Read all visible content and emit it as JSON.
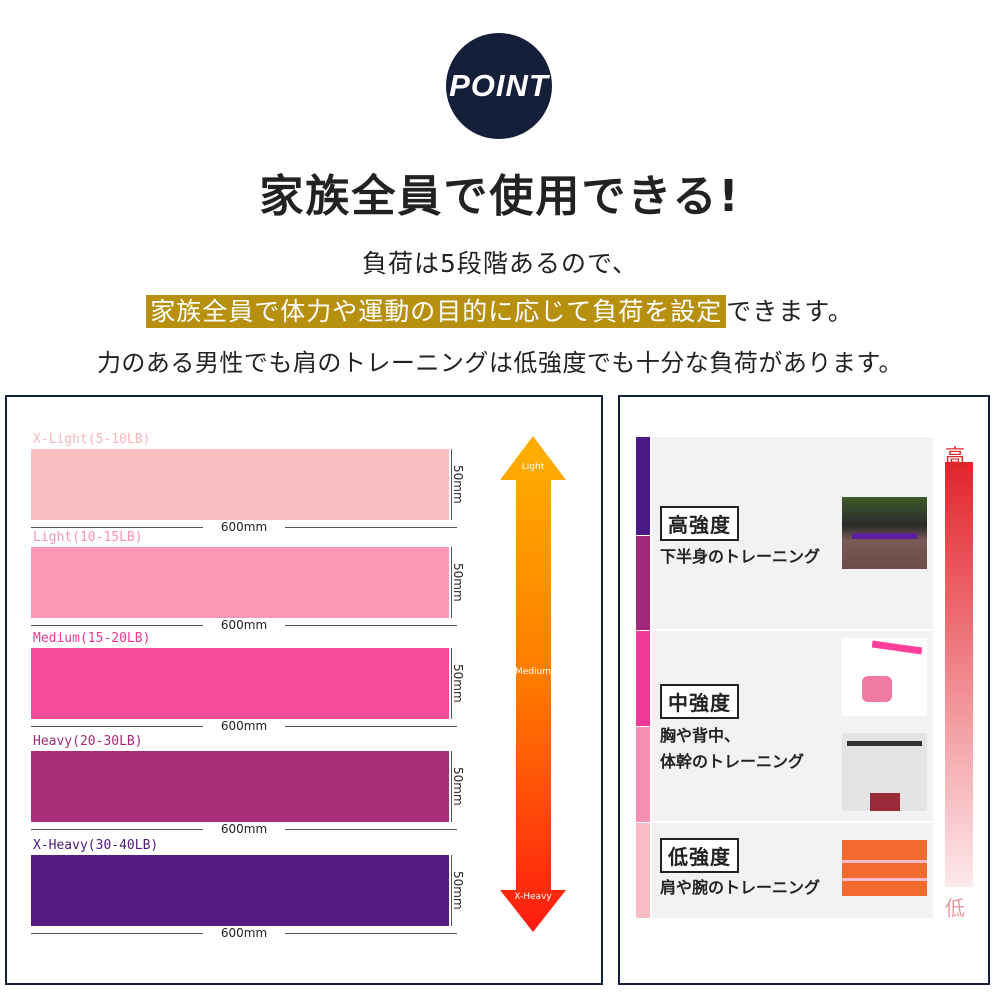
{
  "badge": "POINT",
  "title": "家族全員で使用できる!",
  "lines": {
    "l1": "負荷は5段階あるので、",
    "l2_highlight": "家族全員で体力や運動の目的に応じて負荷を設定",
    "l2_rest": "できます。",
    "l3": "力のある男性でも肩のトレーニングは低強度でも十分な負荷があります。"
  },
  "bands": [
    {
      "label": "X-Light(5-10LB)",
      "width": "600mm",
      "height": "50mm",
      "color": "#fbbfc1",
      "label_color": "#f8b7bb"
    },
    {
      "label": "Light(10-15LB)",
      "width": "600mm",
      "height": "50mm",
      "color": "#fc98b5",
      "label_color": "#f694b2"
    },
    {
      "label": "Medium(15-20LB)",
      "width": "600mm",
      "height": "50mm",
      "color": "#f64b98",
      "label_color": "#ee3a92"
    },
    {
      "label": "Heavy(20-30LB)",
      "width": "600mm",
      "height": "50mm",
      "color": "#a92d79",
      "label_color": "#a52a76"
    },
    {
      "label": "X-Heavy(30-40LB)",
      "width": "600mm",
      "height": "50mm",
      "color": "#561b82",
      "label_color": "#4e1a7d"
    }
  ],
  "arrow": {
    "top": "Light",
    "middle": "Medium",
    "bottom": "X-Heavy"
  },
  "intensity": {
    "high": "高",
    "low": "低",
    "levels": [
      {
        "label": "高強度",
        "desc": "下半身のトレーニング"
      },
      {
        "label": "中強度",
        "desc1": "胸や背中、",
        "desc2": "体幹のトレーニング"
      },
      {
        "label": "低強度",
        "desc": "肩や腕のトレーニング"
      }
    ]
  }
}
